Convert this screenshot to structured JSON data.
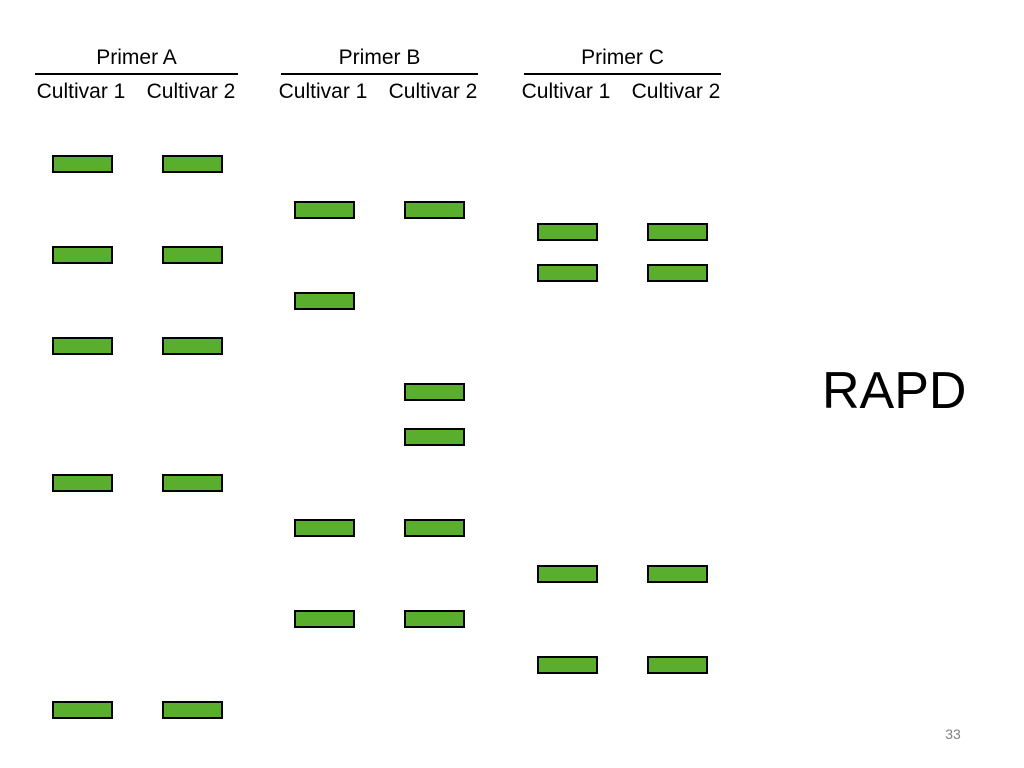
{
  "primers": [
    {
      "name": "Primer A",
      "lanes": [
        {
          "label": "Cultivar 1",
          "bands": [
            1,
            3,
            5,
            8,
            13
          ]
        },
        {
          "label": "Cultivar 2",
          "bands": [
            1,
            3,
            5,
            8,
            13
          ]
        }
      ]
    },
    {
      "name": "Primer B",
      "lanes": [
        {
          "label": "Cultivar 1",
          "bands": [
            2,
            4,
            9,
            11
          ]
        },
        {
          "label": "Cultivar 2",
          "bands": [
            2,
            6,
            7,
            9,
            11
          ]
        }
      ]
    },
    {
      "name": "Primer C",
      "lanes": [
        {
          "label": "Cultivar 1",
          "bands": [
            2.5,
            3.4,
            10,
            12
          ]
        },
        {
          "label": "Cultivar 2",
          "bands": [
            2.5,
            3.4,
            10,
            12
          ]
        }
      ]
    }
  ],
  "technique_label": "RAPD",
  "slide_number": "33",
  "colors": {
    "band_fill": "#5aae2e",
    "band_border": "#000000",
    "text": "#000000",
    "slide_number": "#7f7f7f"
  }
}
